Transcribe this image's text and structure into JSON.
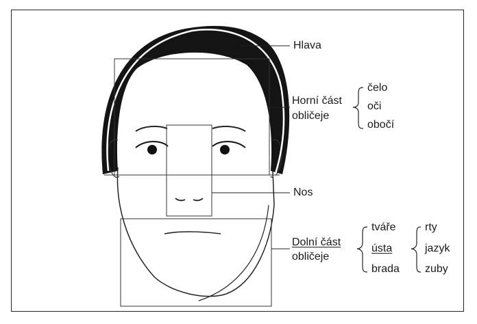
{
  "labels": {
    "head": "Hlava",
    "upper_face": {
      "line1": "Horní část",
      "line2": "obličeje",
      "items": [
        "čelo",
        "oči",
        "obočí"
      ]
    },
    "nose": "Nos",
    "lower_face": {
      "line1": "Dolní část",
      "line2": "obličeje",
      "items_a": [
        "tváře",
        "ústa",
        "brada"
      ],
      "items_b": [
        "rty",
        "jazyk",
        "zuby"
      ]
    }
  },
  "colors": {
    "ink": "#1a1a1a",
    "hair": "#141414",
    "skin": "#ffffff",
    "frame": "#222222"
  }
}
